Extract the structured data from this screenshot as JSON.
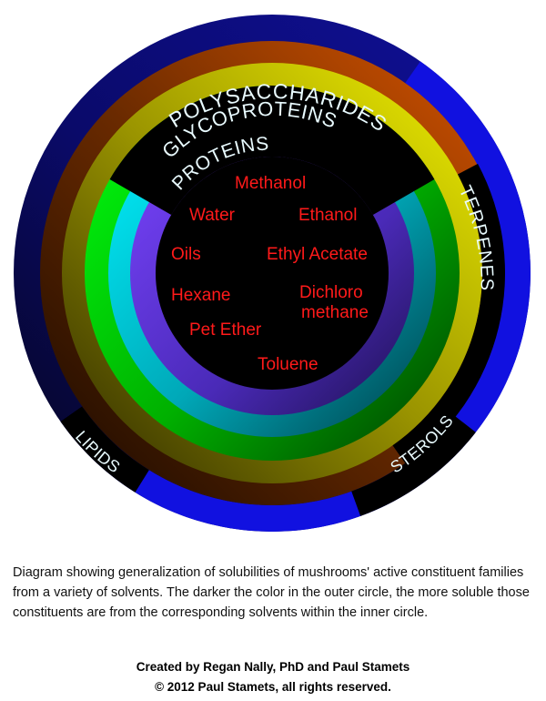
{
  "diagram": {
    "families": [
      {
        "key": "polysaccharides",
        "label": "POLYSACCHARIDES"
      },
      {
        "key": "glycoproteins",
        "label": "GLYCOPROTEINS"
      },
      {
        "key": "proteins",
        "label": "PROTEINS"
      },
      {
        "key": "terpenes",
        "label": "TERPENES"
      },
      {
        "key": "sterols",
        "label": "STEROLS"
      },
      {
        "key": "lipids",
        "label": "LIPIDS"
      }
    ],
    "solvents": [
      "Methanol",
      "Water",
      "Ethanol",
      "Oils",
      "Ethyl Acetate",
      "Hexane",
      "Dichloro methane",
      "Pet Ether",
      "Toluene"
    ],
    "colors": {
      "text_red": "#ff1a1a",
      "label_text": "#e9fbff",
      "navy": "#0a0a82",
      "blue": "#1111e0",
      "orange": "#ff6a00",
      "yellow": "#f2f200",
      "green": "#00e000",
      "cyan": "#00e0ff",
      "purple": "#6a3cff",
      "black": "#000000"
    }
  },
  "caption": "Diagram showing generalization of solubilities of mushrooms' active constituent families from a variety of solvents. The darker the color in the outer circle, the more soluble those constituents are from the corresponding solvents within the inner circle.",
  "credits": {
    "line1": "Created by Regan Nally, PhD and Paul Stamets",
    "line2": "© 2012 Paul Stamets, all rights reserved."
  }
}
